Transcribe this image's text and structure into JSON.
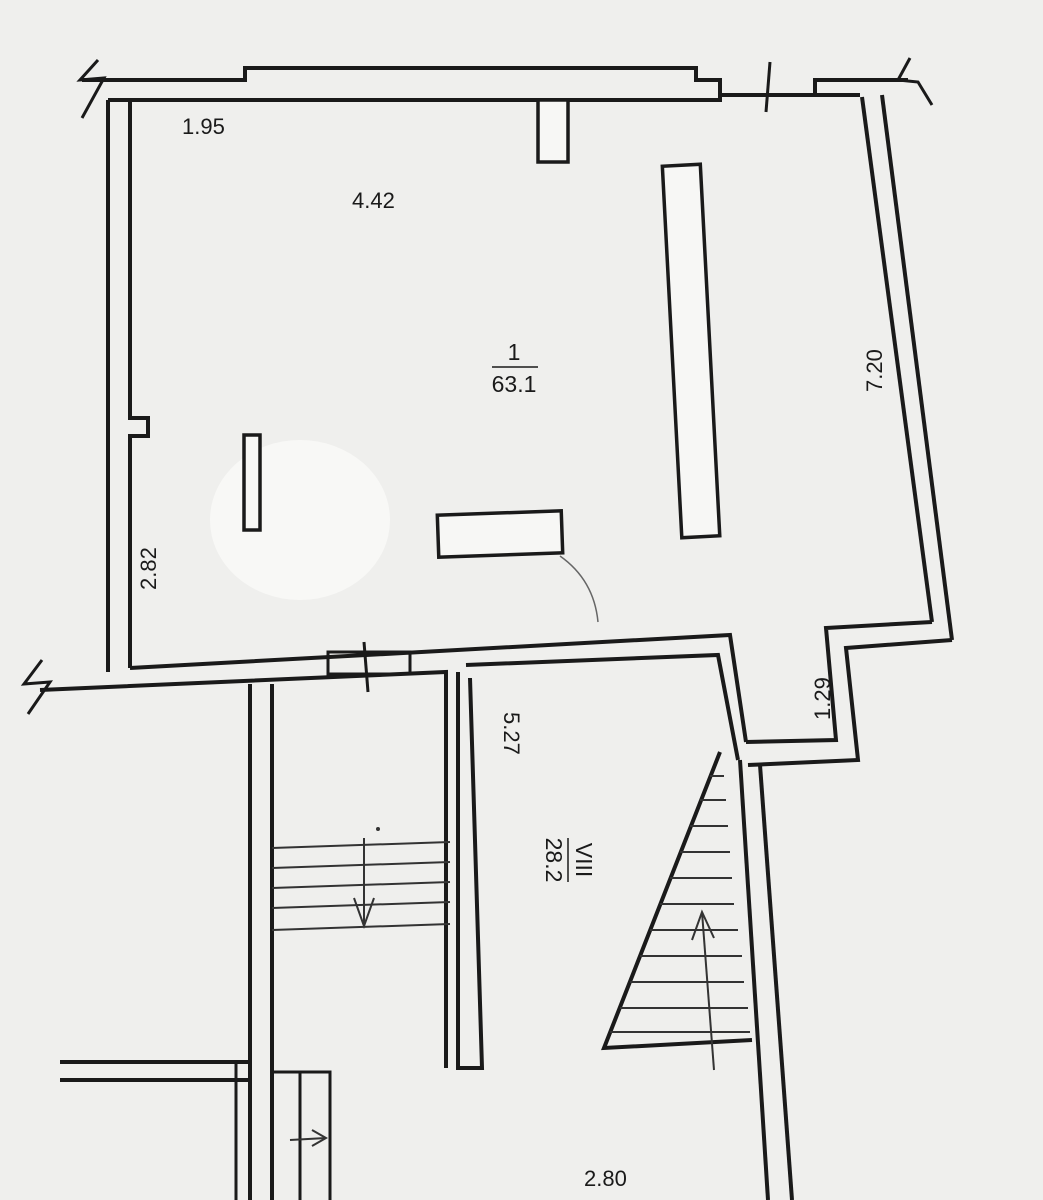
{
  "plan": {
    "dimensions": {
      "top_left_width": "1.95",
      "upper_room_depth": "4.42",
      "right_wall_length": "7.20",
      "left_lower_wall": "2.82",
      "step_offset": "1.29",
      "corridor_length": "5.27",
      "bottom_width": "2.80"
    },
    "rooms": [
      {
        "number": "1",
        "area": "63.1"
      },
      {
        "number": "VIII",
        "area": "28.2"
      }
    ]
  }
}
